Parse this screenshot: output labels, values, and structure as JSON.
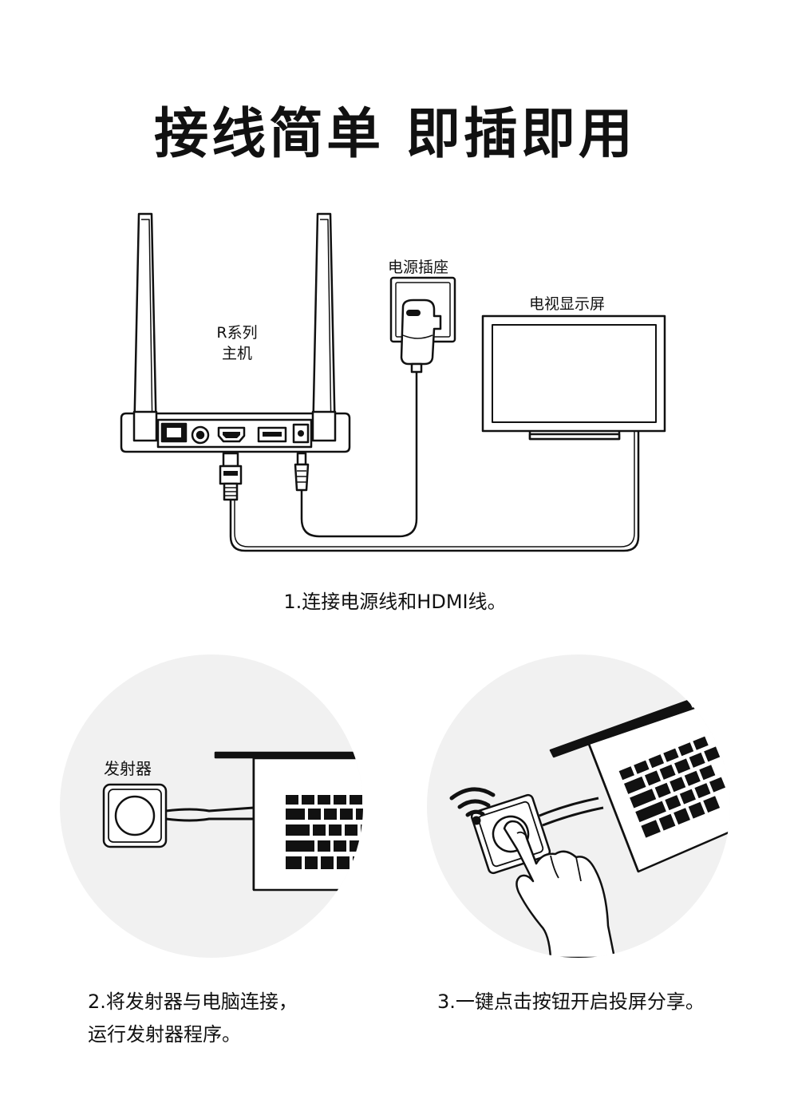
{
  "title": "接线简单 即插即用",
  "labels": {
    "host_line1": "R系列",
    "host_line2": "主机",
    "socket": "电源插座",
    "tv": "电视显示屏",
    "transmitter": "发射器"
  },
  "steps": {
    "step1": "1.连接电源线和HDMI线。",
    "step2_line1": "2.将发射器与电脑连接，",
    "step2_line2": "运行发射器程序。",
    "step3": "3.一键点击按钮开启投屏分享。"
  },
  "colors": {
    "circle_bg": "#f1f1f1",
    "line": "#111111"
  }
}
